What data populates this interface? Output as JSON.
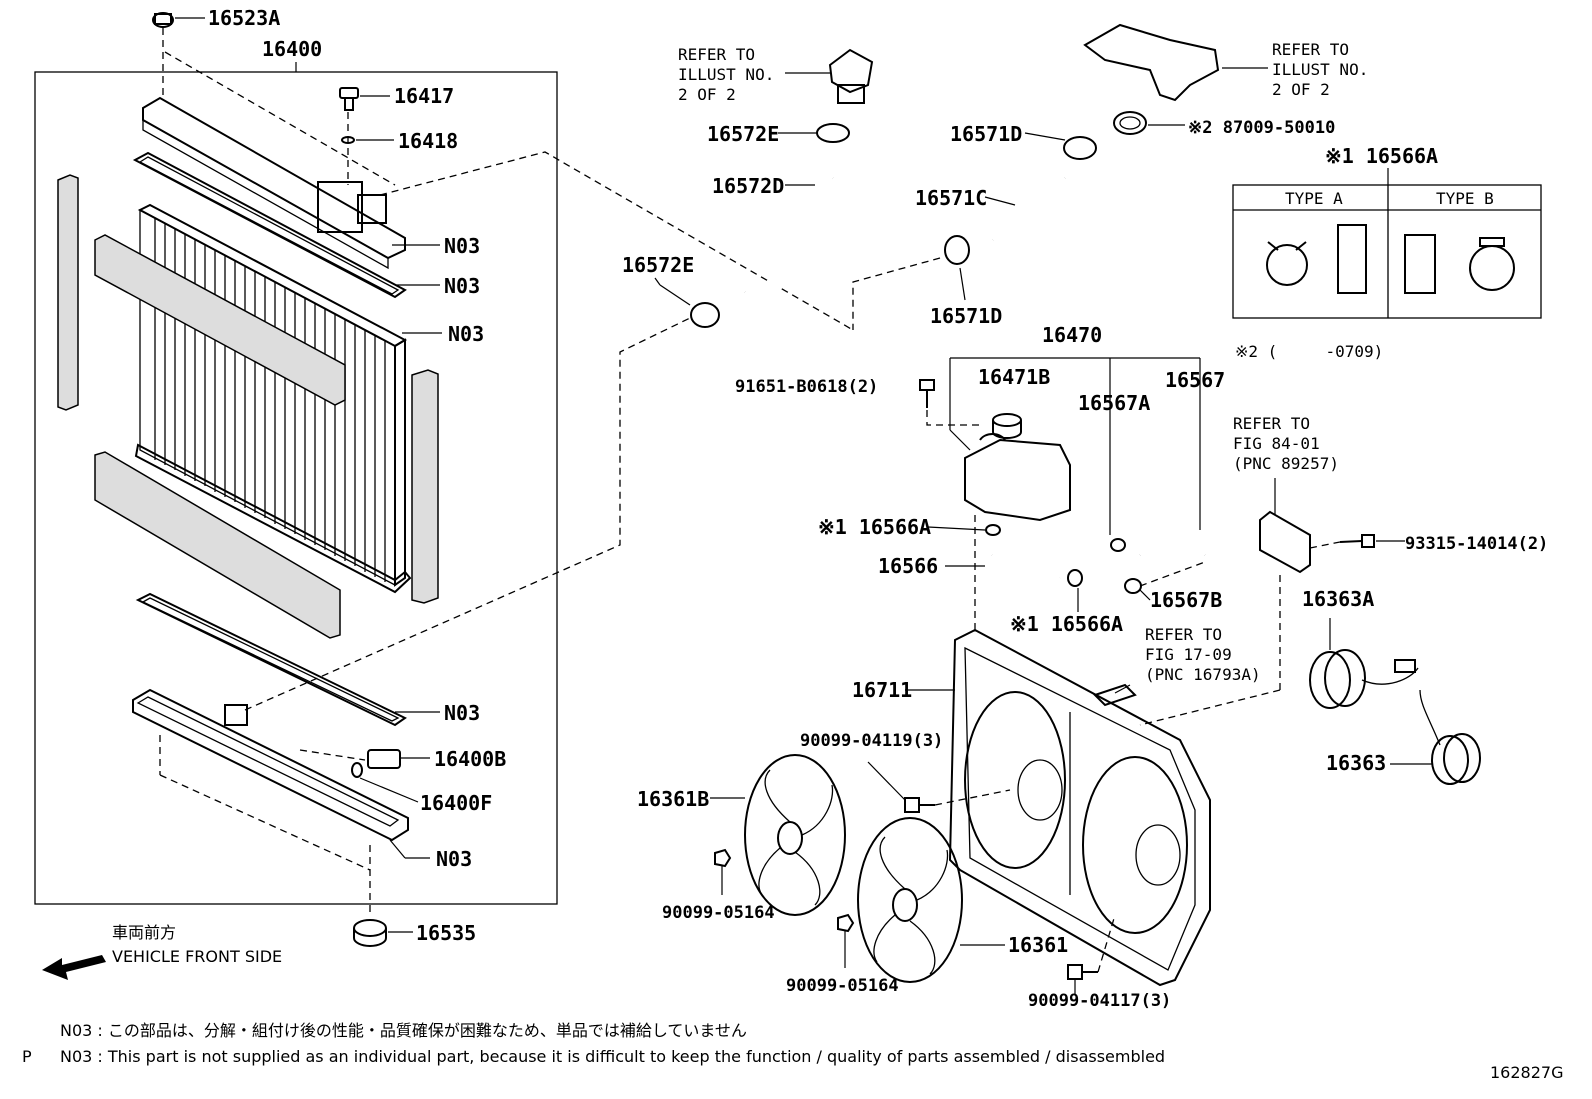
{
  "labels": {
    "p16523A": "16523A",
    "p16400": "16400",
    "p16417": "16417",
    "p16418": "16418",
    "n03_1": "N03",
    "n03_2": "N03",
    "n03_3": "N03",
    "n03_4": "N03",
    "n03_5": "N03",
    "p16400B": "16400B",
    "p16400F": "16400F",
    "p16535": "16535",
    "p16572E_top": "16572E",
    "p16572D": "16572D",
    "p16572E_mid": "16572E",
    "p16571D_top": "16571D",
    "p16571C": "16571C",
    "p16571D_bot": "16571D",
    "p87009": "※2 87009-50010",
    "p16566A_hdr": "※1 16566A",
    "type_a": "TYPE A",
    "type_b": "TYPE B",
    "note2": "※2 (     -0709)",
    "p16470": "16470",
    "p91651": "91651-B0618(2)",
    "p16471B": "16471B",
    "p16567A": "16567A",
    "p16567": "16567",
    "p16566A_1": "※1 16566A",
    "p16566": "16566",
    "p16567B": "16567B",
    "p16566A_2": "※1 16566A",
    "p16711": "16711",
    "p90099_04119": "90099-04119(3)",
    "p16361B": "16361B",
    "p90099_05164_a": "90099-05164",
    "p90099_05164_b": "90099-05164",
    "p16361": "16361",
    "p90099_04117": "90099-04117(3)",
    "p93315": "93315-14014(2)",
    "p16363A": "16363A",
    "p16363": "16363"
  },
  "refs": {
    "ref1": [
      "REFER TO",
      "ILLUST NO.",
      "2 OF 2"
    ],
    "ref2": [
      "REFER TO",
      "ILLUST NO.",
      "2 OF 2"
    ],
    "ref3": [
      "REFER TO",
      "FIG 84-01",
      "(PNC 89257)"
    ],
    "ref4": [
      "REFER TO",
      "FIG 17-09",
      "(PNC 16793A)"
    ]
  },
  "front": {
    "jp": "車両前方",
    "en": "VEHICLE FRONT SIDE"
  },
  "notes": {
    "jp": "N03 : この部品は、分解・組付け後の性能・品質確保が困難なため、単品では補給していません",
    "prefix": "P",
    "en": "N03 : This part is not supplied as an individual part, because it is difficult to keep the function / quality of parts assembled / disassembled"
  },
  "figure_id": "162827G"
}
